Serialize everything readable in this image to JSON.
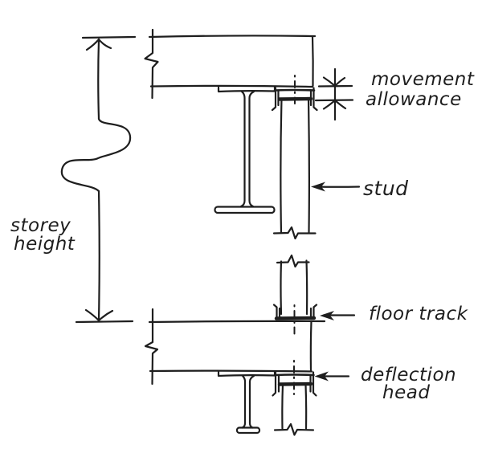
{
  "colors": {
    "ink": "#1e1e1e",
    "paper": "#ffffff"
  },
  "labels": {
    "storey_height": {
      "line1": "storey",
      "line2": "height"
    },
    "movement_allowance": {
      "line1": "movement",
      "line2": "allowance"
    },
    "stud": "stud",
    "floor_track": "floor track",
    "deflection_head": {
      "line1": "deflection",
      "line2": "head"
    }
  }
}
